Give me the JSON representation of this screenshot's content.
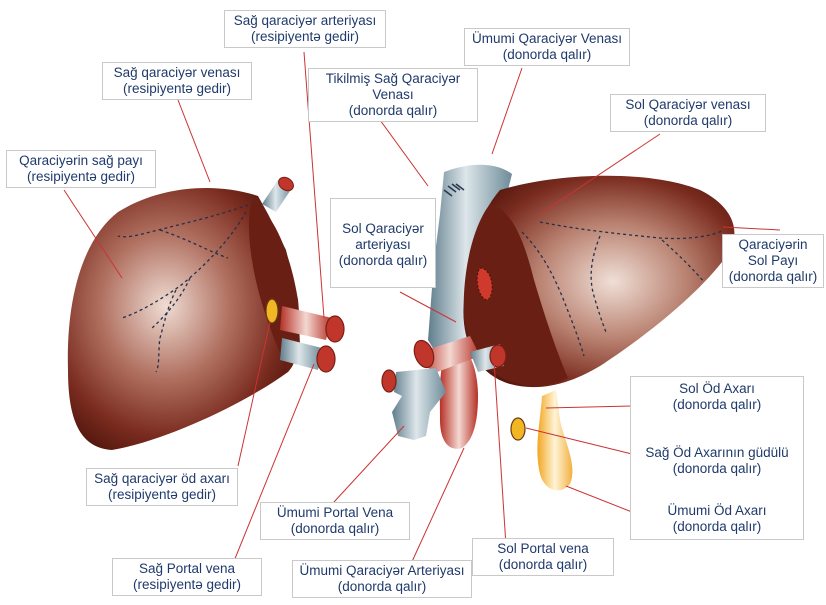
{
  "colors": {
    "liver_dark": "#5e1c12",
    "liver_mid": "#8a3a2c",
    "liver_light": "#e8d2c8",
    "vena": "#9ab0bc",
    "artery": "#c0392b",
    "bile_yellow": "#f0b830",
    "leader_line": "#cc3333",
    "label_text": "#1f3a6b"
  },
  "labels": {
    "sag_qaraciyer_arteriyasi": {
      "line1": "Sağ qaraciyər arteriyası",
      "line2": "(resipiyentə gedir)"
    },
    "sag_qaraciyer_venasi": {
      "line1": "Sağ qaraciyər venası",
      "line2": "(resipiyentə gedir)"
    },
    "qaraciyerin_sag_payi": {
      "line1": "Qaraciyərin sağ payı",
      "line2": "(resipiyentə gedir)"
    },
    "tikilmis_sag_qaraciyer_venasi": {
      "line1": "Tikilmiş Sağ Qaraciyər",
      "line2": "Venası",
      "line3": "(donorda qalır)"
    },
    "umumi_qaraciyer_venasi": {
      "line1": "Ümumi Qaraciyər Venası",
      "line2": "(donorda qalır)"
    },
    "sol_qaraciyer_venasi": {
      "line1": "Sol Qaraciyər venası",
      "line2": "(donorda qalır)"
    },
    "sol_qaraciyer_arteriyasi": {
      "line1": "Sol Qaraciyər",
      "line2": "arteriyası",
      "line3": "(donorda qalır)"
    },
    "qaraciyerin_sol_payi": {
      "line1": "Qaraciyərin",
      "line2": "Sol Payı",
      "line3": "(donorda qalır)"
    },
    "sol_od_axari": {
      "line1": "Sol Öd Axarı",
      "line2": "(donorda qalır)"
    },
    "sag_od_axarinin_gudulu": {
      "line1": "Sağ Öd Axarının güdülü",
      "line2": "(donorda qalır)"
    },
    "umumi_od_axari": {
      "line1": "Ümumi Öd Axarı",
      "line2": "(donorda qalır)"
    },
    "sag_qaraciyer_od_axari": {
      "line1": "Sağ qaraciyər öd axarı",
      "line2": "(resipiyentə gedir)"
    },
    "umumi_portal_vena": {
      "line1": "Ümumi Portal Vena",
      "line2": "(donorda qalır)"
    },
    "sol_portal_vena": {
      "line1": "Sol Portal vena",
      "line2": "(donorda qalır)"
    },
    "sag_portal_vena": {
      "line1": "Sağ Portal vena",
      "line2": "(resipiyentə gedir)"
    },
    "umumi_qaraciyer_arteriyasi": {
      "line1": "Ümumi Qaraciyər Arteriyası",
      "line2": "(donorda qalır)"
    }
  }
}
